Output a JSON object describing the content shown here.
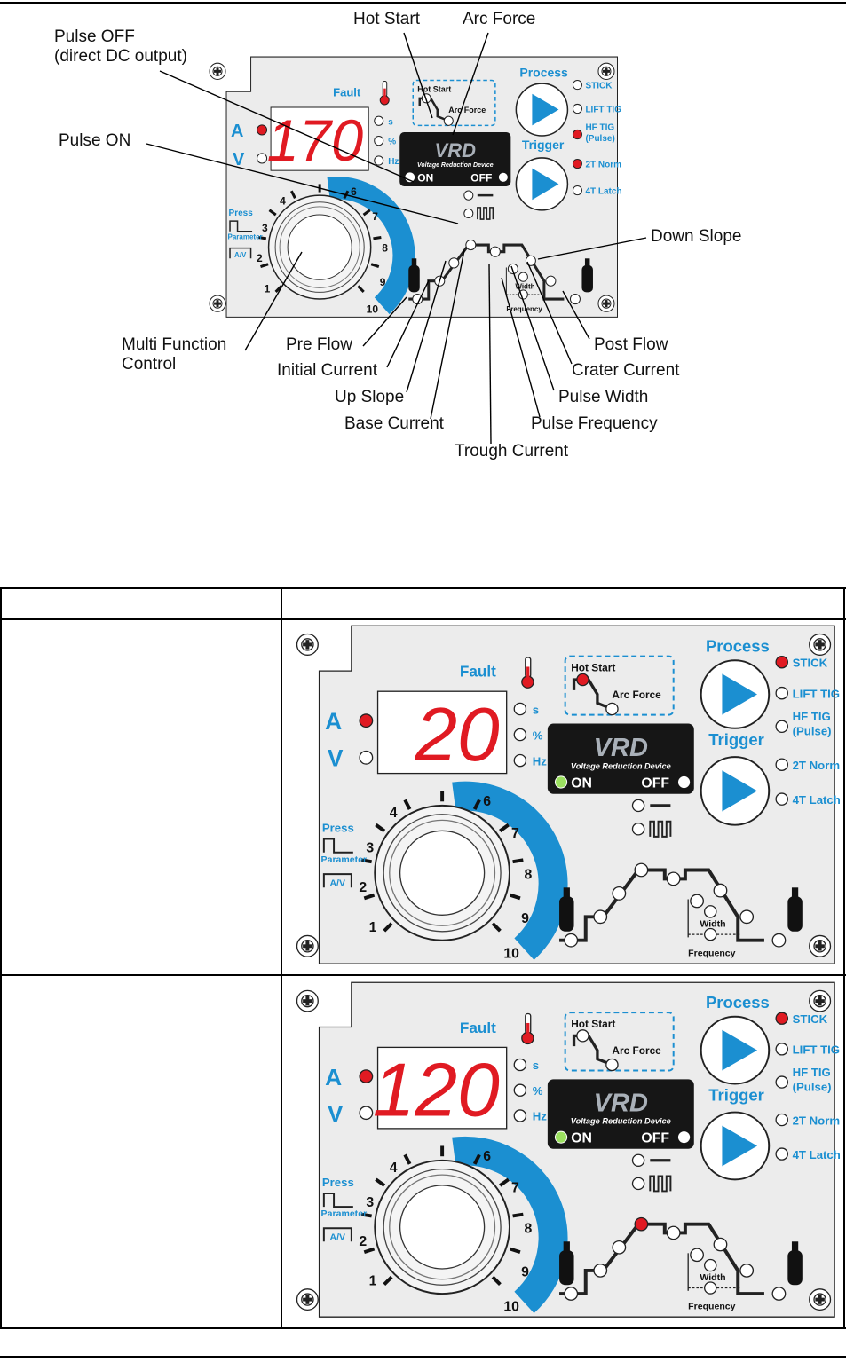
{
  "callouts": {
    "hot_start": "Hot Start",
    "arc_force": "Arc Force",
    "pulse_off_line1": "Pulse OFF",
    "pulse_off_line2": "(direct DC output)",
    "pulse_on": "Pulse ON",
    "down_slope": "Down Slope",
    "multi_function_line1": "Multi Function",
    "multi_function_line2": "Control",
    "pre_flow": "Pre Flow",
    "initial_current": "Initial Current",
    "up_slope": "Up Slope",
    "base_current": "Base Current",
    "trough_current": "Trough Current",
    "post_flow": "Post Flow",
    "crater_current": "Crater Current",
    "pulse_width": "Pulse Width",
    "pulse_frequency": "Pulse Frequency"
  },
  "panel_labels": {
    "fault": "Fault",
    "amps": "A",
    "volts": "V",
    "unit_s": "s",
    "unit_pct": "%",
    "unit_hz": "Hz",
    "hot_start": "Hot Start",
    "arc_force": "Arc Force",
    "vrd_logo": "VRD",
    "vrd_caption": "Voltage Reduction Device",
    "vrd_on": "ON",
    "vrd_off": "OFF",
    "process": "Process",
    "trigger": "Trigger",
    "stick": "STICK",
    "lift_tig": "LIFT TIG",
    "hf_tig_line1": "HF TIG",
    "hf_tig_line2": "(Pulse)",
    "two_t": "2T Norm",
    "four_t": "4T Latch",
    "press": "Press",
    "parameter": "Parameter",
    "av": "A/V",
    "width": "Width",
    "frequency": "Frequency",
    "dial_marks": [
      "1",
      "2",
      "3",
      "4",
      "6",
      "7",
      "8",
      "9",
      "10"
    ]
  },
  "panels": [
    {
      "display": "170",
      "amps_on": true,
      "stick_on": false,
      "hf_tig_on": true,
      "two_t_on": true,
      "vrd_on_green": false
    },
    {
      "display": "20",
      "amps_on": true,
      "stick_on": true,
      "hf_tig_on": false,
      "two_t_on": false,
      "vrd_on_green": true
    },
    {
      "display": "120",
      "amps_on": true,
      "stick_on": true,
      "hf_tig_on": false,
      "two_t_on": false,
      "vrd_on_green": true
    }
  ],
  "colors": {
    "accent_blue": "#1b8fd1",
    "led_red": "#e01a22",
    "led_green": "#9be060",
    "panel_bg": "#ececec"
  }
}
